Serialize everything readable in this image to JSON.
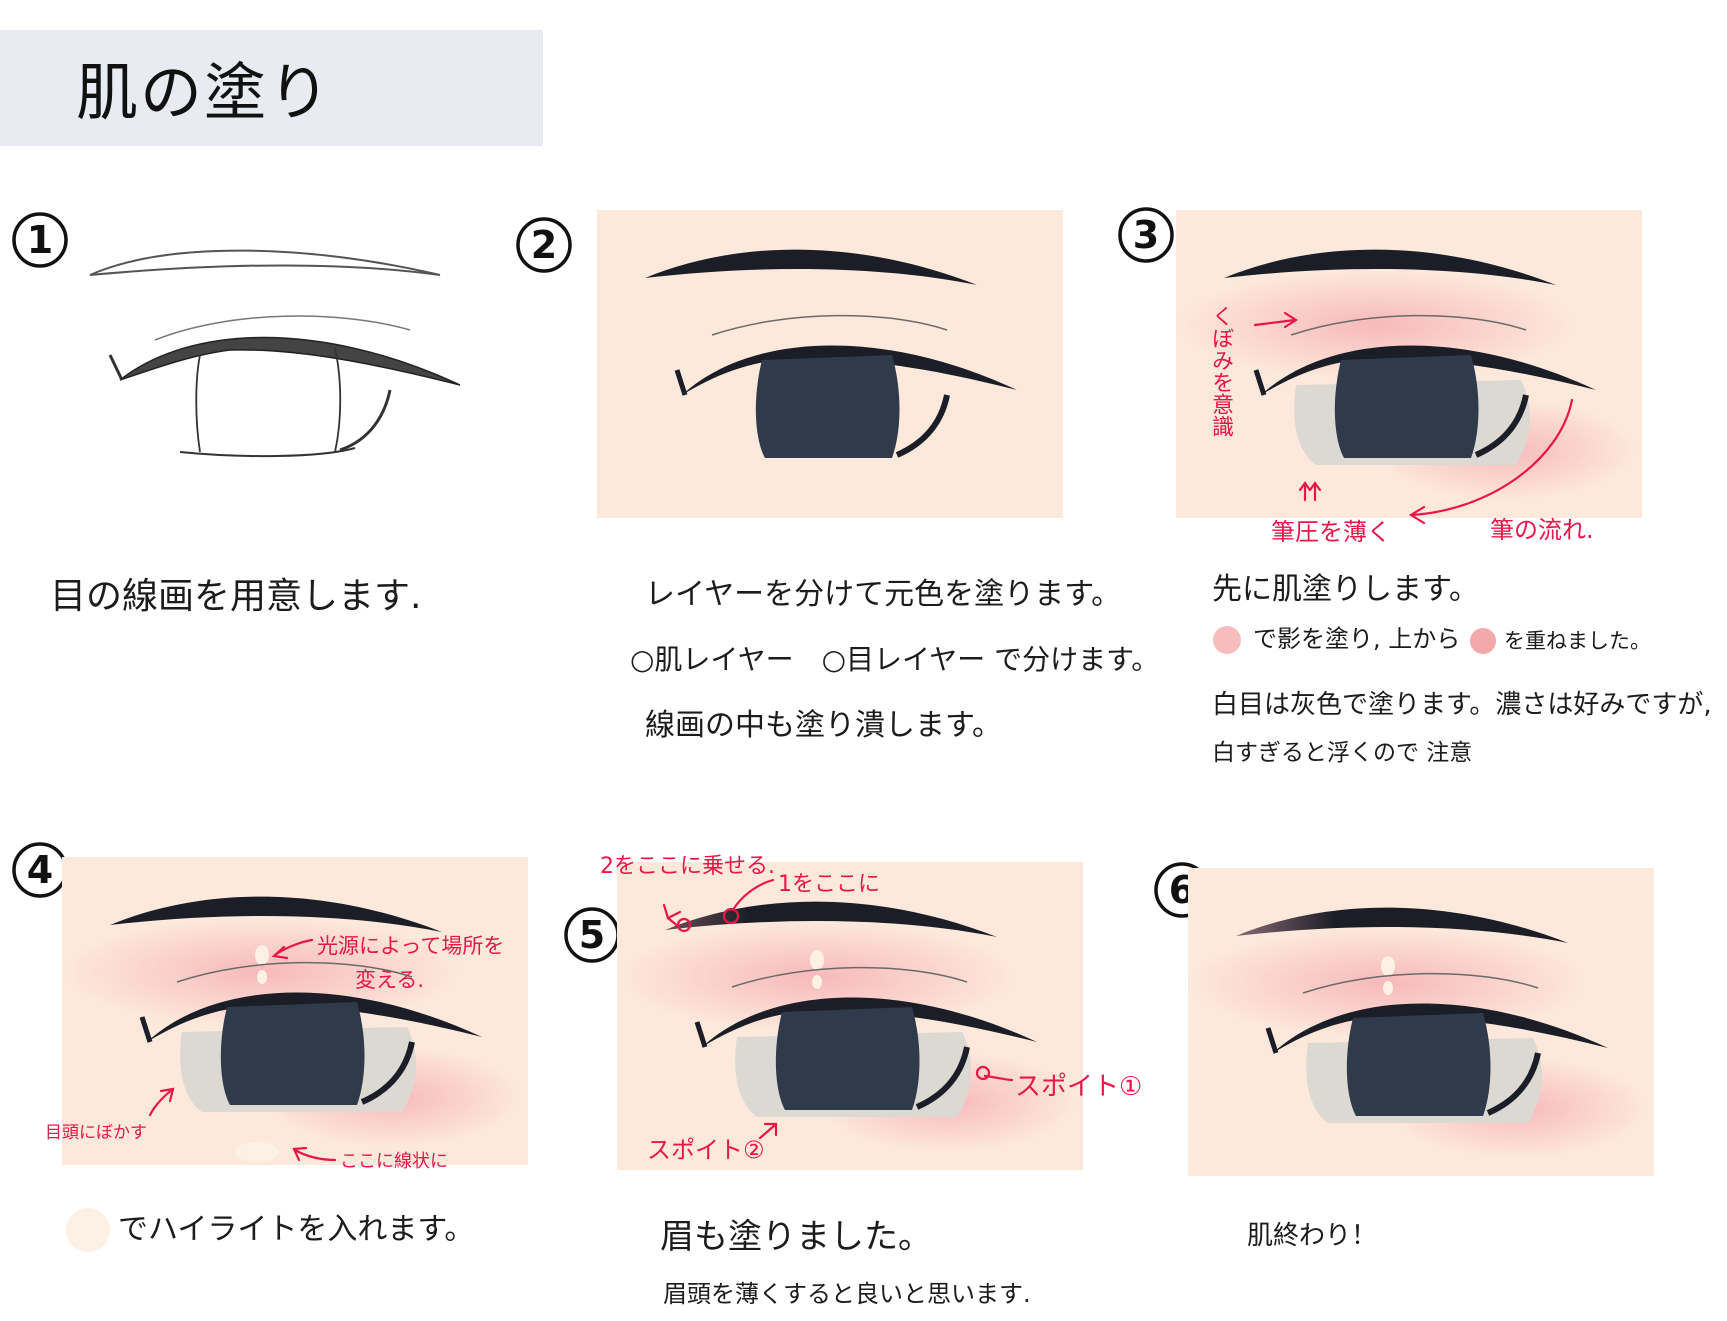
{
  "title": "肌の塗り",
  "colors": {
    "skin_base": "#fde8dc",
    "shadow_pink": "#f7bcbc",
    "overlay_pink": "#f3a8aa",
    "highlight": "#fdf1e6",
    "iris": "#2f3a4a",
    "sclera_gray": "#dcd9d3",
    "annotation_red": "#e8174a",
    "title_band": "#e8ecf2"
  },
  "steps": [
    {
      "number": "1",
      "lines": [
        "目の線画を用意します."
      ]
    },
    {
      "number": "2",
      "lines": [
        "レイヤーを分けて元色を塗ります。",
        "○肌レイヤー　○目レイヤー で分けます。",
        "線画の中も塗り潰します。"
      ]
    },
    {
      "number": "3",
      "lines": [
        "先に肌塗りします。",
        "で影を塗り, 上から",
        "を重ねました。",
        "白目は灰色で塗ります。濃さは好みですが,",
        "白すぎると浮くので 注意"
      ]
    },
    {
      "number": "4",
      "lines": [
        "でハイライトを入れます。"
      ]
    },
    {
      "number": "5",
      "lines": [
        "眉も塗りました。",
        "眉頭を薄くすると良いと思います."
      ]
    },
    {
      "number": "6",
      "lines": [
        "肌終わり！"
      ]
    }
  ],
  "annotations": {
    "p3_kubomi": "くぼみを意識",
    "p3_hitsuatsu": "筆圧を薄く",
    "p3_flow": "筆の流れ.",
    "p4_light": "光源によって場所を",
    "p4_light2": "変える.",
    "p4_inner": "目頭にぼかす",
    "p4_linear": "ここに線状に",
    "p5_two": "2をここに乗せる.",
    "p5_one": "1をここに",
    "p5_sp1": "スポイト①",
    "p5_sp2": "スポイト②"
  }
}
